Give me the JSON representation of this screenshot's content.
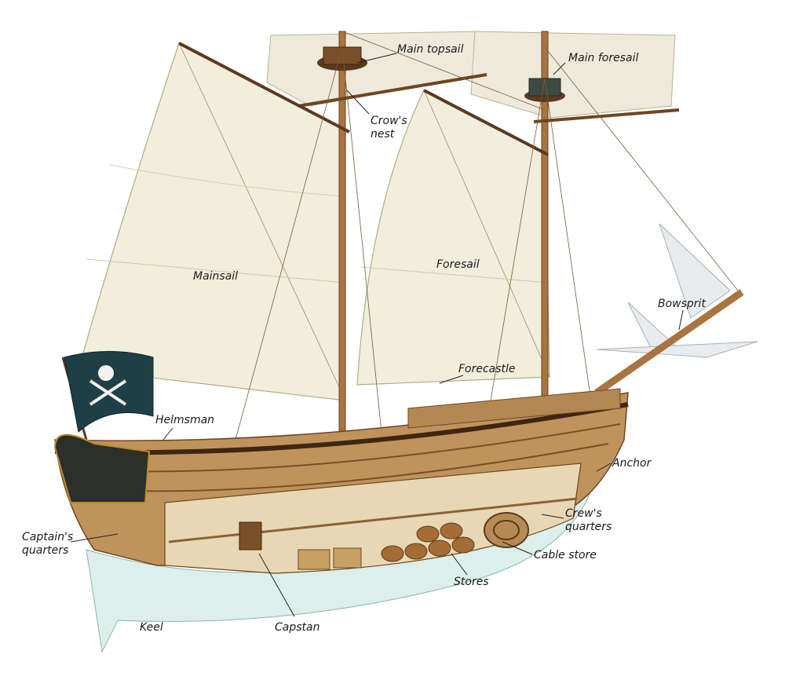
{
  "labels": {
    "main_topsail": "Main topsail",
    "main_foresail": "Main foresail",
    "crows_nest_1": "Crow's",
    "crows_nest_2": "nest",
    "mainsail": "Mainsail",
    "foresail": "Foresail",
    "bowsprit": "Bowsprit",
    "forecastle": "Forecastle",
    "helmsman": "Helmsman",
    "anchor": "Anchor",
    "crews_quarters_1": "Crew's",
    "crews_quarters_2": "quarters",
    "captains_quarters_1": "Captain's",
    "captains_quarters_2": "quarters",
    "cable_store": "Cable store",
    "stores": "Stores",
    "capstan": "Capstan",
    "keel": "Keel"
  },
  "colors": {
    "sail": "#f1eedb",
    "sail_shade": "#dcd8b9",
    "wood": "#a8743f",
    "wood_dark": "#6e4522",
    "hull_underwater": "#dcefea",
    "flag": "#1f3f46",
    "leader_line": "#222222"
  }
}
